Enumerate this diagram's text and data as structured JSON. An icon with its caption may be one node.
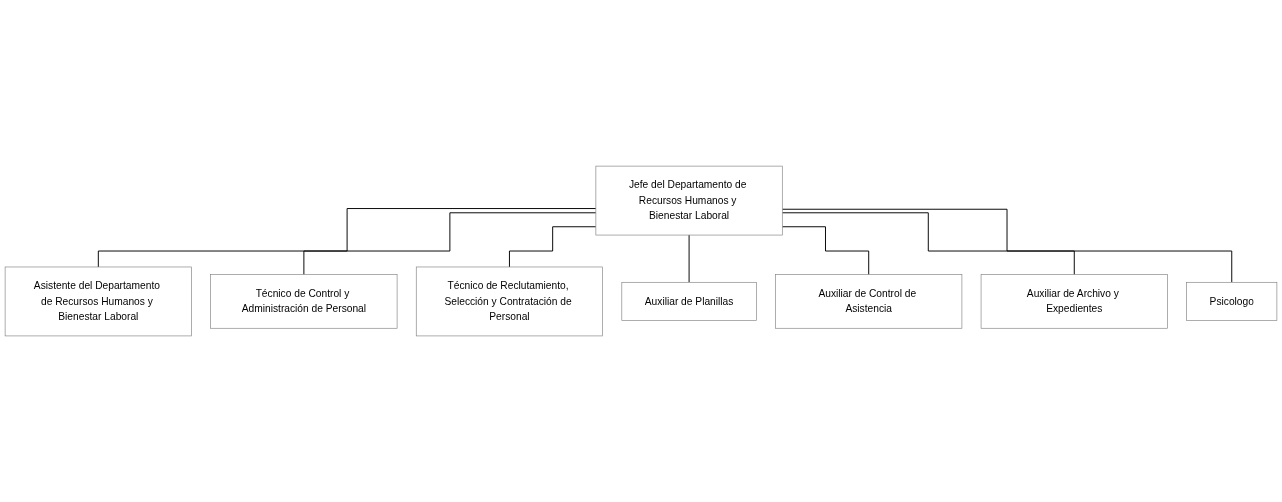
{
  "diagram": {
    "nodes": [
      {
        "text": [
          "Jefe del Departamento de Recursos Humanos y Bienestar Laboral"
        ]
      },
      {
        "text": [
          "Asistente del Departamento de Recursos Humanos y Bienestar Laboral"
        ]
      },
      {
        "text": [
          "Técnico de Control y Administración de Personal"
        ]
      },
      {
        "text": [
          "Técnico de Reclutamiento, Selección y Contratación de Personal"
        ]
      },
      {
        "text": [
          "Auxiliar de Planillas"
        ]
      },
      {
        "text": [
          "Auxiliar de Control de Asistencia"
        ]
      },
      {
        "text": [
          "Auxiliar de Archivo y Expedientes"
        ]
      },
      {
        "text": [
          "Psicologo"
        ]
      }
    ],
    "edges": [
      {
        "from": 0,
        "to": 1,
        "arrow": "none"
      },
      {
        "from": 0,
        "to": 2,
        "arrow": "none"
      },
      {
        "from": 0,
        "to": 3,
        "arrow": "none"
      },
      {
        "from": 0,
        "to": 4,
        "arrow": "none"
      },
      {
        "from": 0,
        "to": 5,
        "arrow": "none"
      },
      {
        "from": 0,
        "to": 6,
        "arrow": "none"
      },
      {
        "from": 0,
        "to": 7,
        "arrow": "none"
      }
    ]
  }
}
